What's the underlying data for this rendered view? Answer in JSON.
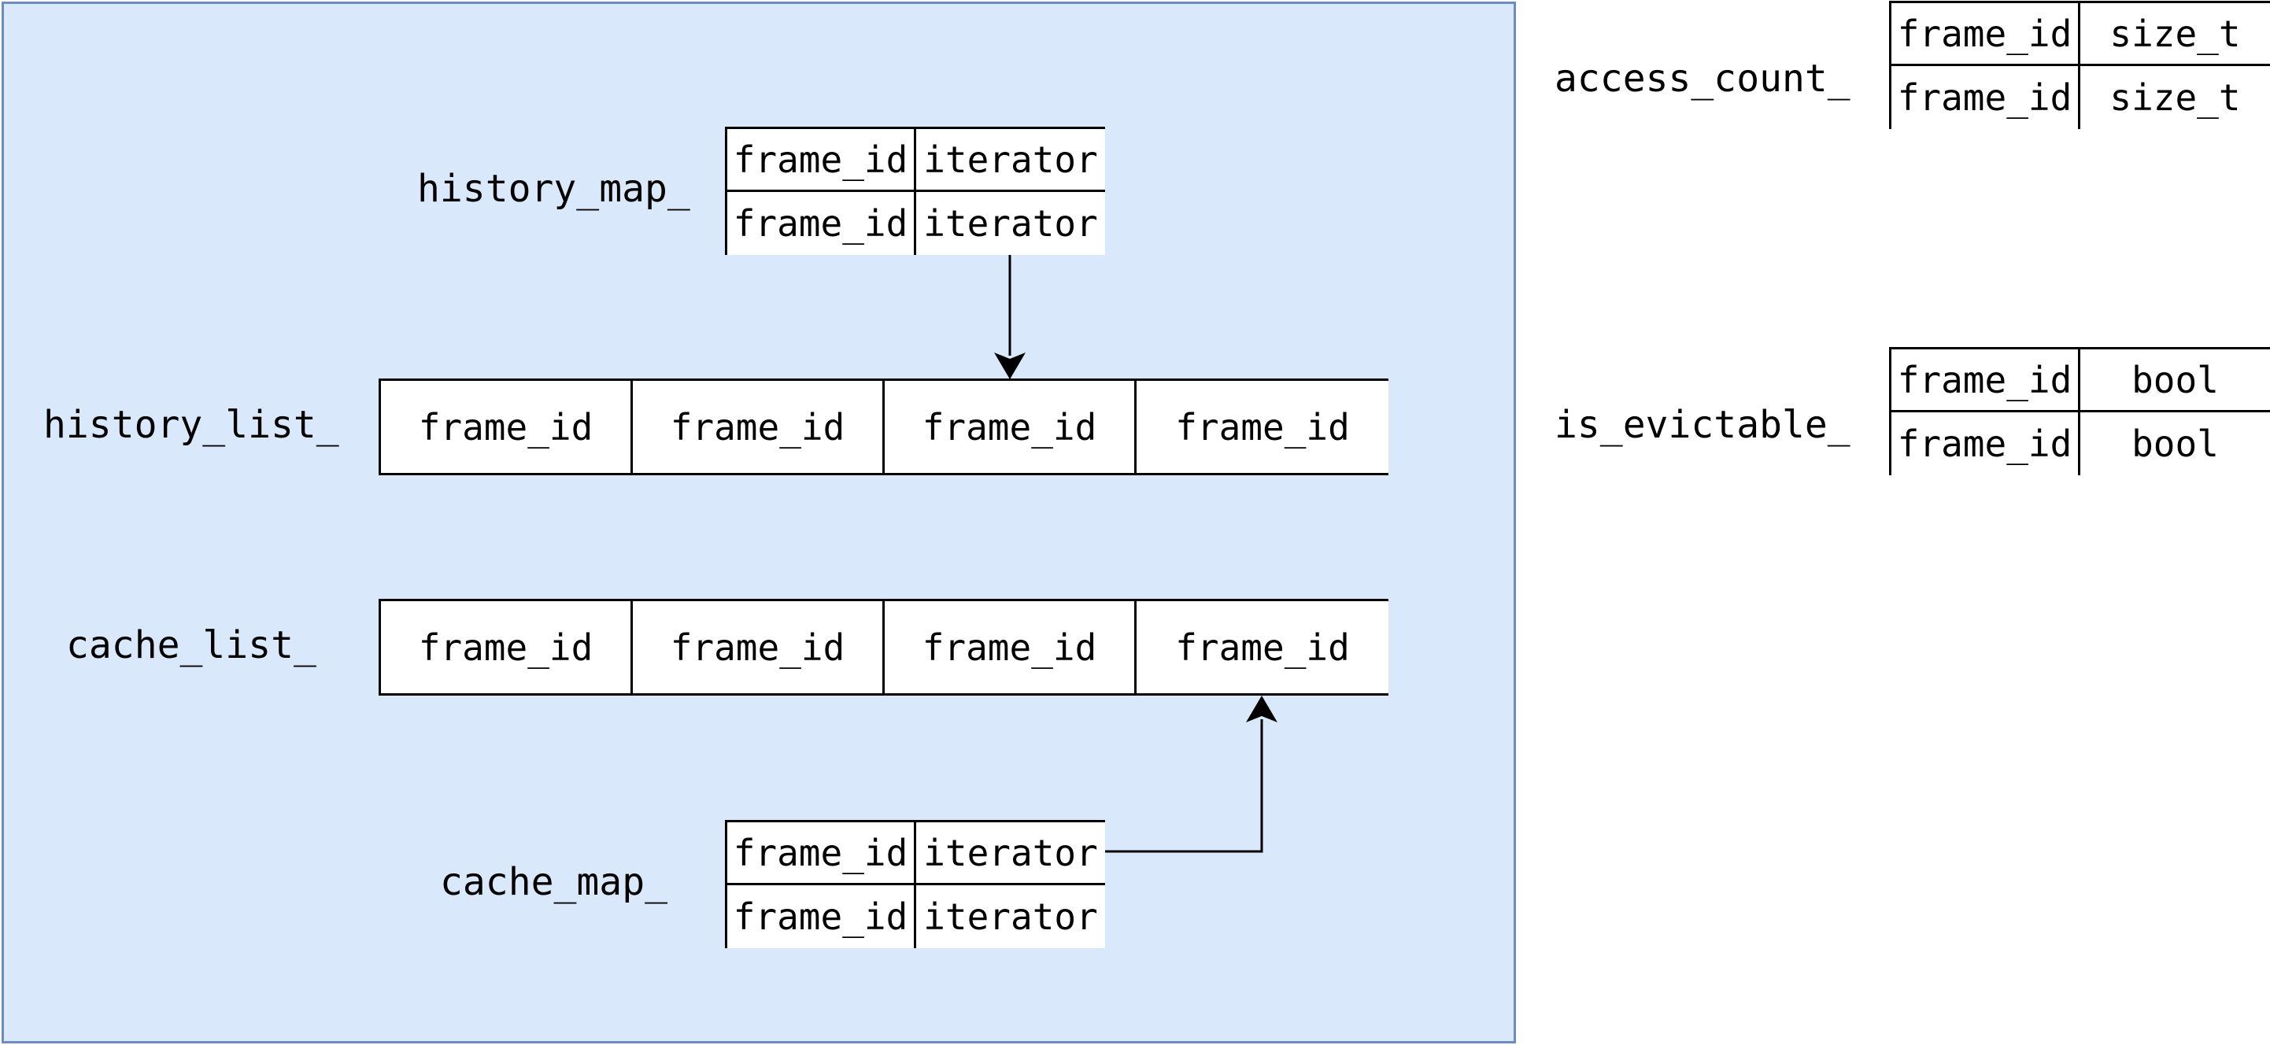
{
  "colors": {
    "panel_fill": "#dae8fc",
    "panel_border": "#6c8ebf",
    "stroke": "#000000"
  },
  "history_map": {
    "label": "history_map_",
    "rows": [
      [
        "frame_id",
        "iterator"
      ],
      [
        "frame_id",
        "iterator"
      ]
    ]
  },
  "history_list": {
    "label": "history_list_",
    "items": [
      "frame_id",
      "frame_id",
      "frame_id",
      "frame_id"
    ]
  },
  "cache_list": {
    "label": "cache_list_",
    "items": [
      "frame_id",
      "frame_id",
      "frame_id",
      "frame_id"
    ]
  },
  "cache_map": {
    "label": "cache_map_",
    "rows": [
      [
        "frame_id",
        "iterator"
      ],
      [
        "frame_id",
        "iterator"
      ]
    ]
  },
  "access_count": {
    "label": "access_count_",
    "rows": [
      [
        "frame_id",
        "size_t"
      ],
      [
        "frame_id",
        "size_t"
      ]
    ]
  },
  "is_evictable": {
    "label": "is_evictable_",
    "rows": [
      [
        "frame_id",
        "bool"
      ],
      [
        "frame_id",
        "bool"
      ]
    ]
  },
  "arrows": [
    {
      "from": "history-map",
      "to": "history-list-item-3"
    },
    {
      "from": "cache-map",
      "to": "cache-list-item-4"
    }
  ]
}
